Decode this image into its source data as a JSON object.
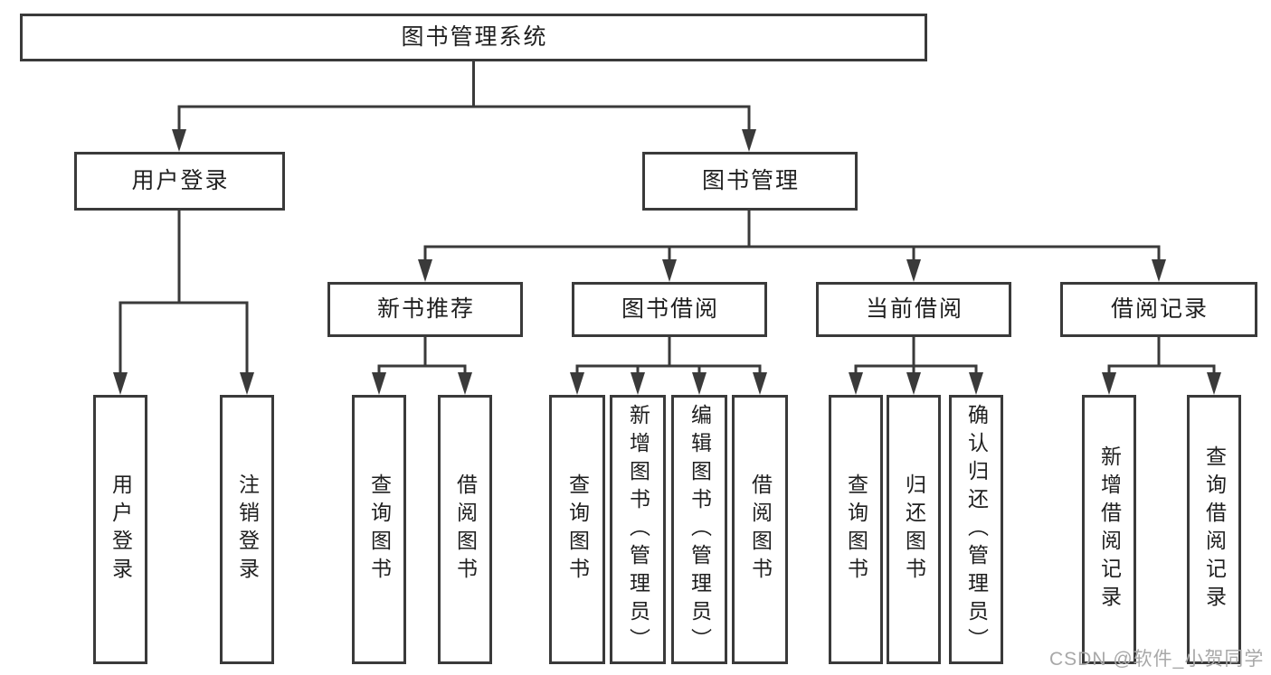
{
  "nodes": {
    "root": "图书管理系统",
    "user_login": "用户登录",
    "book_management": "图书管理",
    "new_book_recommend": "新书推荐",
    "book_borrow": "图书借阅",
    "current_borrow": "当前借阅",
    "borrow_records": "借阅记录"
  },
  "leaves": {
    "user_login": "用户登录",
    "logout": "注销登录",
    "nb_query_book": "查询图书",
    "nb_borrow_book": "借阅图书",
    "bb_query_book": "查询图书",
    "bb_add_book": "新增图书（管理员）",
    "bb_edit_book": "编辑图书（管理员）",
    "bb_borrow_book": "借阅图书",
    "cb_query_book": "查询图书",
    "cb_return_book": "归还图书",
    "cb_confirm_return": "确认归还（管理员）",
    "br_add_record": "新增借阅记录",
    "br_query_record": "查询借阅记录"
  },
  "hierarchy": [
    [
      "图书管理系统",
      "用户登录"
    ],
    [
      "图书管理系统",
      "图书管理"
    ],
    [
      "用户登录",
      "用户登录"
    ],
    [
      "用户登录",
      "注销登录"
    ],
    [
      "图书管理",
      "新书推荐"
    ],
    [
      "图书管理",
      "图书借阅"
    ],
    [
      "图书管理",
      "当前借阅"
    ],
    [
      "图书管理",
      "借阅记录"
    ],
    [
      "新书推荐",
      "查询图书"
    ],
    [
      "新书推荐",
      "借阅图书"
    ],
    [
      "图书借阅",
      "查询图书"
    ],
    [
      "图书借阅",
      "新增图书（管理员）"
    ],
    [
      "图书借阅",
      "编辑图书（管理员）"
    ],
    [
      "图书借阅",
      "借阅图书"
    ],
    [
      "当前借阅",
      "查询图书"
    ],
    [
      "当前借阅",
      "归还图书"
    ],
    [
      "当前借阅",
      "确认归还（管理员）"
    ],
    [
      "借阅记录",
      "新增借阅记录"
    ],
    [
      "借阅记录",
      "查询借阅记录"
    ]
  ],
  "watermark": {
    "text": "CSDN @软件_小贺同学"
  },
  "colors": {
    "line": "#3a3a3a",
    "text": "#1f1f1f",
    "watermark": "#a8a8a8",
    "background": "#ffffff"
  }
}
